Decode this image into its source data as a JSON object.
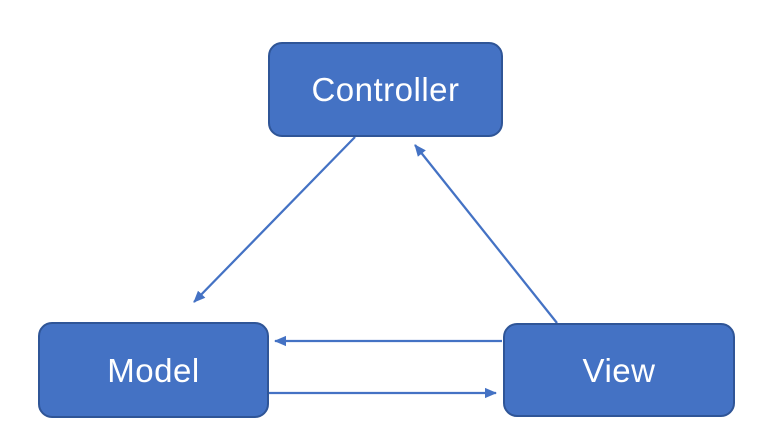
{
  "diagram": {
    "name": "mvc-pattern-diagram",
    "background_color": "#FFFFFF",
    "node_fill_color": "#4472C4",
    "node_border_color": "#2F5597",
    "node_label_color": "#FFFFFF",
    "arrow_color": "#4472C4",
    "nodes": [
      {
        "id": "controller",
        "label": "Controller"
      },
      {
        "id": "model",
        "label": "Model"
      },
      {
        "id": "view",
        "label": "View"
      }
    ],
    "edges": [
      {
        "name": "controller-to-model",
        "from": "Controller",
        "to": "Model",
        "direction": "one-way",
        "style": "diagonal"
      },
      {
        "name": "view-to-controller",
        "from": "View",
        "to": "Controller",
        "direction": "one-way",
        "style": "diagonal"
      },
      {
        "name": "view-to-model",
        "from": "View",
        "to": "Model",
        "direction": "one-way",
        "style": "horizontal-upper"
      },
      {
        "name": "model-to-view",
        "from": "Model",
        "to": "View",
        "direction": "one-way",
        "style": "horizontal-lower"
      }
    ]
  }
}
